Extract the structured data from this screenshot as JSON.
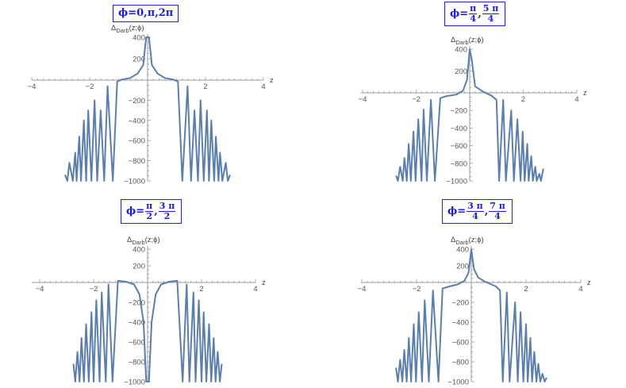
{
  "chart_data": [
    {
      "type": "line",
      "title_parts": [
        "ϕ=0,π,2π"
      ],
      "ylabel_main": "Δ",
      "ylabel_sub": "Darb",
      "ylabel_args": "(z;ϕ)",
      "xlabel": "z",
      "xlim": [
        -4,
        4
      ],
      "ylim": [
        -1000,
        400
      ],
      "xticks": [
        "−4",
        "−2",
        "2",
        "4"
      ],
      "yticks": [
        "400",
        "200",
        "−200",
        "−400",
        "−600",
        "−800",
        "−1000"
      ],
      "color": "#5a7fae",
      "series": [
        {
          "x": [
            -2.85,
            -2.77,
            -2.7,
            -2.58,
            -2.5,
            -2.45,
            -2.36,
            -2.3,
            -2.2,
            -2.12,
            -2.05,
            -1.94,
            -1.83,
            -1.74,
            -1.62,
            -1.5,
            -1.38,
            -1.2,
            -1.05,
            -0.9,
            -0.6,
            -0.35,
            -0.15,
            -0.05,
            0.0,
            0.05,
            0.15,
            0.35,
            0.6,
            0.9,
            1.05,
            1.2,
            1.38,
            1.5,
            1.62,
            1.74,
            1.83,
            1.94,
            2.05,
            2.12,
            2.2,
            2.3,
            2.36,
            2.45,
            2.5,
            2.58,
            2.7,
            2.77,
            2.85
          ],
          "y": [
            -940,
            -1000,
            -820,
            -1000,
            -720,
            -1000,
            -560,
            -1000,
            -400,
            -1000,
            -300,
            -1000,
            -200,
            -1000,
            -300,
            -1000,
            -60,
            -1000,
            -15,
            5,
            20,
            60,
            140,
            400,
            400,
            400,
            140,
            60,
            20,
            5,
            -15,
            -1000,
            -60,
            -1000,
            -300,
            -1000,
            -200,
            -1000,
            -300,
            -1000,
            -400,
            -1000,
            -560,
            -1000,
            -720,
            -1000,
            -820,
            -1000,
            -940
          ]
        }
      ]
    },
    {
      "type": "line",
      "title_parts": [
        "ϕ=",
        "π",
        "4",
        "5 π",
        "4"
      ],
      "ylabel_main": "Δ",
      "ylabel_sub": "Darb",
      "ylabel_args": "(z;ϕ)",
      "xlabel": "z",
      "xlim": [
        -4,
        4
      ],
      "ylim": [
        -1000,
        400
      ],
      "xticks": [
        "−4",
        "−2",
        "2",
        "4"
      ],
      "yticks": [
        "400",
        "200",
        "−200",
        "−400",
        "−600",
        "−800",
        "−1000"
      ],
      "color": "#5a7fae",
      "series": [
        {
          "x": [
            -2.75,
            -2.68,
            -2.6,
            -2.5,
            -2.44,
            -2.35,
            -2.28,
            -2.2,
            -2.1,
            -2.02,
            -1.92,
            -1.8,
            -1.72,
            -1.6,
            -1.45,
            -1.3,
            -1.1,
            -0.9,
            -0.5,
            -0.25,
            -0.1,
            0.0,
            0.08,
            0.2,
            0.5,
            0.8,
            1.0,
            1.1,
            1.25,
            1.35,
            1.55,
            1.65,
            1.78,
            1.9,
            1.98,
            2.05,
            2.15,
            2.2,
            2.3,
            2.36,
            2.45,
            2.5,
            2.6,
            2.66,
            2.75
          ],
          "y": [
            -940,
            -1000,
            -840,
            -1000,
            -740,
            -1000,
            -580,
            -1000,
            -440,
            -1000,
            -300,
            -1000,
            -190,
            -1000,
            -80,
            -1000,
            -60,
            -40,
            -20,
            20,
            120,
            400,
            300,
            60,
            10,
            -30,
            -80,
            -1000,
            -80,
            -1000,
            -200,
            -1000,
            -300,
            -1000,
            -440,
            -1000,
            -580,
            -1000,
            -720,
            -1000,
            -840,
            -1000,
            -920,
            -1000,
            -860
          ]
        }
      ]
    },
    {
      "type": "line",
      "title_parts": [
        "ϕ=",
        "π",
        "2",
        "3 π",
        "2"
      ],
      "ylabel_main": "Δ",
      "ylabel_sub": "Darb",
      "ylabel_args": "(z;ϕ)",
      "xlabel": "z",
      "xlim": [
        -4,
        4
      ],
      "ylim": [
        -1000,
        400
      ],
      "xticks": [
        "−4",
        "−2",
        "2",
        "4"
      ],
      "yticks": [
        "400",
        "200",
        "−200",
        "−400",
        "−600",
        "−800",
        "−1000"
      ],
      "color": "#5a7fae",
      "series": [
        {
          "x": [
            -2.75,
            -2.68,
            -2.6,
            -2.52,
            -2.45,
            -2.36,
            -2.28,
            -2.18,
            -2.08,
            -2.0,
            -1.9,
            -1.78,
            -1.7,
            -1.55,
            -1.45,
            -1.3,
            -1.1,
            -0.8,
            -0.5,
            -0.3,
            -0.15,
            -0.05,
            0.05,
            0.15,
            0.3,
            0.5,
            0.8,
            1.1,
            1.3,
            1.45,
            1.55,
            1.7,
            1.78,
            1.9,
            2.0,
            2.08,
            2.18,
            2.28,
            2.36,
            2.45,
            2.52,
            2.6,
            2.68,
            2.75
          ],
          "y": [
            -820,
            -1000,
            -700,
            -1000,
            -560,
            -1000,
            -420,
            -1000,
            -300,
            -1000,
            -180,
            -1000,
            -100,
            -1000,
            -20,
            -1000,
            20,
            10,
            -20,
            -120,
            -400,
            -1000,
            -1000,
            -400,
            -120,
            -20,
            10,
            20,
            -1000,
            -20,
            -1000,
            -100,
            -1000,
            -180,
            -1000,
            -300,
            -1000,
            -420,
            -1000,
            -560,
            -1000,
            -700,
            -1000,
            -820
          ]
        }
      ]
    },
    {
      "type": "line",
      "title_parts": [
        "ϕ=",
        "3 π",
        "4",
        "7 π",
        "4"
      ],
      "ylabel_main": "Δ",
      "ylabel_sub": "Darb",
      "ylabel_args": "(z;ϕ)",
      "xlabel": "z",
      "xlim": [
        -4,
        4
      ],
      "ylim": [
        -1000,
        400
      ],
      "xticks": [
        "−4",
        "−2",
        "2",
        "4"
      ],
      "yticks": [
        "400",
        "200",
        "−200",
        "−400",
        "−600",
        "−800",
        "−1000"
      ],
      "color": "#5a7fae",
      "series": [
        {
          "x": [
            -2.75,
            -2.68,
            -2.6,
            -2.52,
            -2.45,
            -2.36,
            -2.28,
            -2.2,
            -2.1,
            -2.02,
            -1.92,
            -1.8,
            -1.7,
            -1.55,
            -1.4,
            -1.2,
            -1.05,
            -0.8,
            -0.5,
            -0.25,
            -0.1,
            0.0,
            0.1,
            0.25,
            0.5,
            0.9,
            1.05,
            1.15,
            1.3,
            1.4,
            1.6,
            1.7,
            1.8,
            1.9,
            2.0,
            2.06,
            2.16,
            2.22,
            2.3,
            2.38,
            2.45,
            2.52,
            2.6,
            2.68,
            2.75
          ],
          "y": [
            -860,
            -1000,
            -780,
            -1000,
            -680,
            -1000,
            -560,
            -1000,
            -420,
            -1000,
            -300,
            -1000,
            -180,
            -1000,
            -80,
            -1000,
            -60,
            -40,
            -20,
            20,
            120,
            400,
            160,
            60,
            10,
            -40,
            -80,
            -1000,
            -100,
            -1000,
            -200,
            -1000,
            -300,
            -1000,
            -420,
            -1000,
            -560,
            -1000,
            -700,
            -1000,
            -820,
            -1000,
            -920,
            -1000,
            -960
          ]
        }
      ]
    }
  ]
}
